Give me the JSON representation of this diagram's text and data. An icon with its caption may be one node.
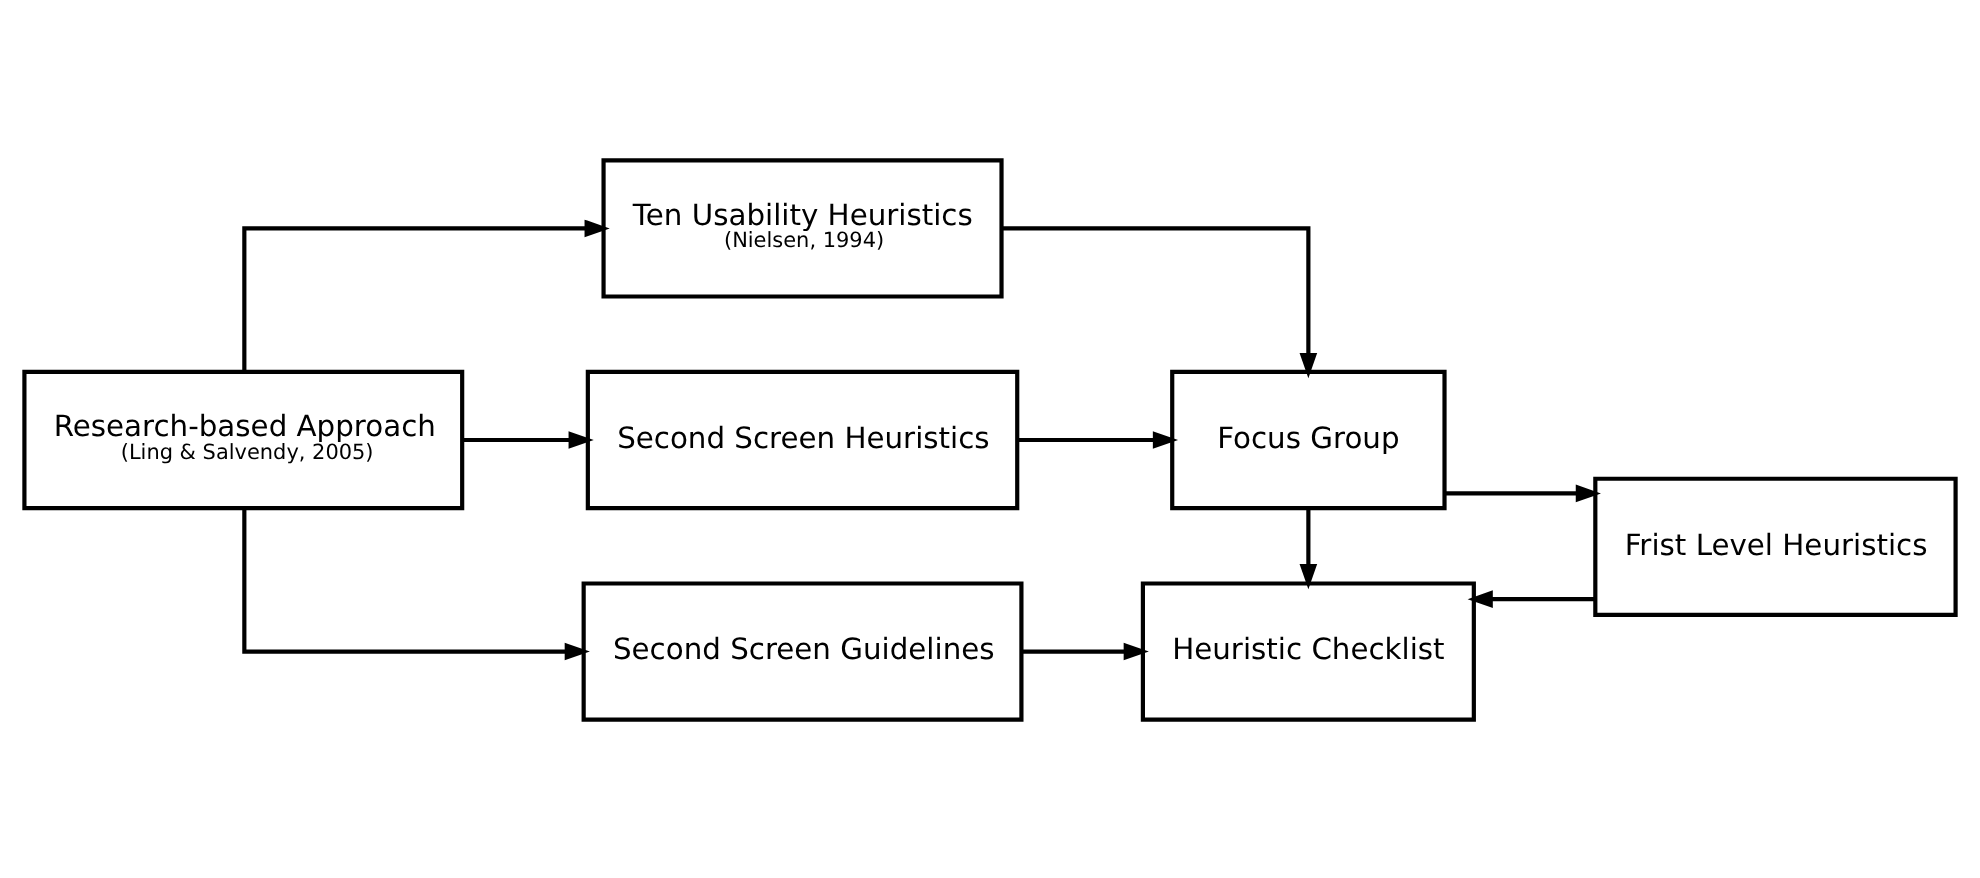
{
  "diagram": {
    "nodes": [
      {
        "text": [
          "Research-based Approach",
          "(Ling & Salvendy, 2005)"
        ]
      },
      {
        "text": [
          "Ten Usability Heuristics",
          "(Nielsen, 1994)"
        ]
      },
      {
        "text": [
          "Second Screen Heuristics"
        ]
      },
      {
        "text": [
          "Second Screen Guidelines"
        ]
      },
      {
        "text": [
          "Focus Group"
        ]
      },
      {
        "text": [
          "Frist Level Heuristics"
        ]
      },
      {
        "text": [
          "Heuristic Checklist"
        ]
      }
    ],
    "edges": [
      {
        "from": 0,
        "to": 1,
        "arrow": "to"
      },
      {
        "from": 0,
        "to": 2,
        "arrow": "to"
      },
      {
        "from": 0,
        "to": 3,
        "arrow": "to"
      },
      {
        "from": 1,
        "to": 4,
        "arrow": "to"
      },
      {
        "from": 2,
        "to": 4,
        "arrow": "to"
      },
      {
        "from": 4,
        "to": 5,
        "arrow": "to"
      },
      {
        "from": 4,
        "to": 6,
        "arrow": "to"
      },
      {
        "from": 5,
        "to": 6,
        "arrow": "to"
      },
      {
        "from": 3,
        "to": 6,
        "arrow": "to"
      }
    ]
  }
}
